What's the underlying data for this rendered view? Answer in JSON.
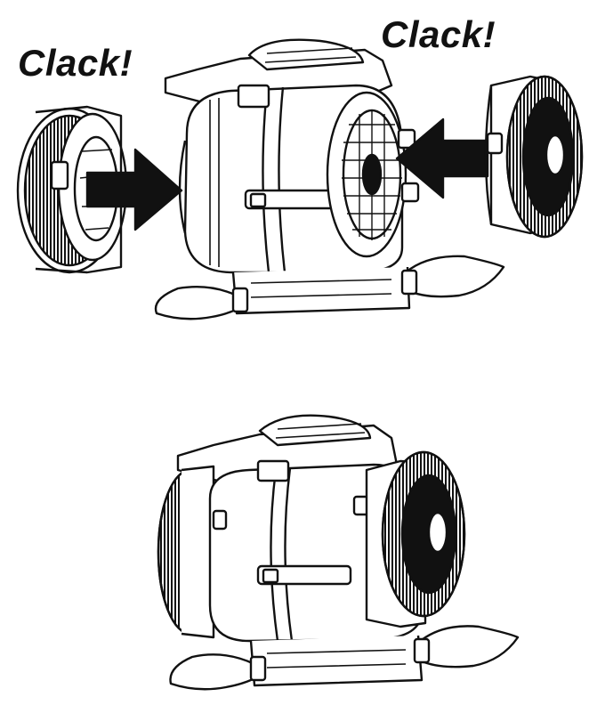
{
  "labels": {
    "clack_left": "Clack!",
    "clack_right": "Clack!"
  },
  "figure": {
    "step_1": "filters-being-attached",
    "step_2": "filters-attached"
  },
  "icons": [
    "arrow-right-icon",
    "arrow-left-icon"
  ],
  "colors": {
    "ink": "#111111",
    "paper": "#ffffff"
  }
}
